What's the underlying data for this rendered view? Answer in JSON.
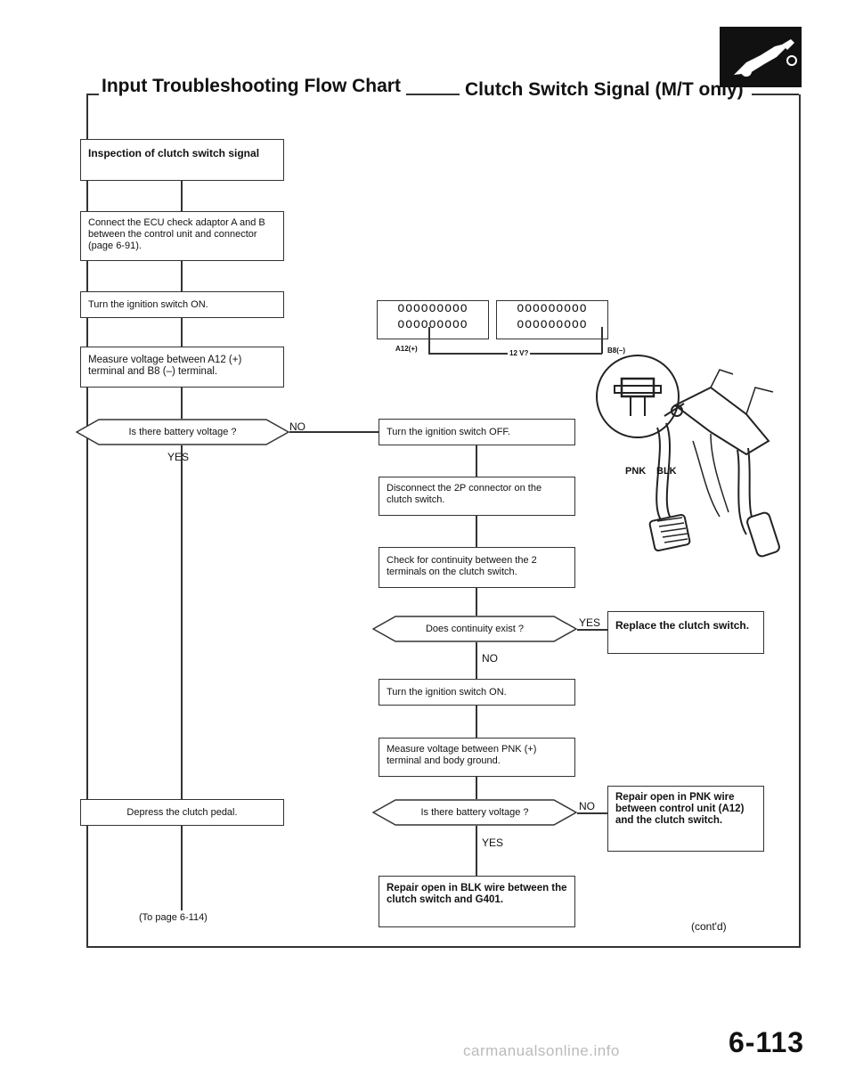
{
  "header": {
    "title": "Input Troubleshooting Flow Chart",
    "subtitle": "Clutch Switch Signal (M/T only)"
  },
  "flow": {
    "inspection": "Inspection of clutch switch signal",
    "connect_adaptor": "Connect the ECU check adaptor A and B between the control unit and connector (page 6-91).",
    "ignition_on": "Turn the ignition switch ON.",
    "measure_a12_b8": "Measure voltage between A12 (+) terminal and B8 (–) terminal.",
    "battery_voltage_q": "Is there battery voltage ?",
    "no": "NO",
    "yes": "YES",
    "ignition_off": "Turn the ignition switch OFF.",
    "disconnect_2p": "Disconnect the 2P connector on the clutch switch.",
    "check_continuity": "Check for continuity between the 2 terminals on the clutch switch.",
    "continuity_q": "Does continuity exist ?",
    "replace_switch": "Replace the clutch switch.",
    "ignition_on_2": "Turn the ignition switch ON.",
    "measure_pnk": "Measure voltage between PNK (+) terminal and body ground.",
    "battery_voltage_q2": "Is there battery voltage ?",
    "repair_pnk": "Repair open in PNK wire between control unit (A12) and the clutch switch.",
    "repair_blk": "Repair open in BLK wire between the clutch switch and G401.",
    "depress_pedal": "Depress the clutch pedal.",
    "to_page": "(To page 6-114)",
    "contd": "(cont'd)"
  },
  "connector": {
    "row_left_1": "OOOOOOOOO",
    "row_left_2": "OOOOOOOOO",
    "row_right_1": "OOOOOOOOO",
    "row_right_2": "OOOOOOOOO",
    "a12_label": "A12(+)",
    "b8_label": "B8(–)",
    "volt_label": "12 V?"
  },
  "pedal": {
    "pnk_label": "PNK",
    "blk_label": "BLK"
  },
  "page_number": "6-113",
  "watermark": "carmanualsonline.info"
}
